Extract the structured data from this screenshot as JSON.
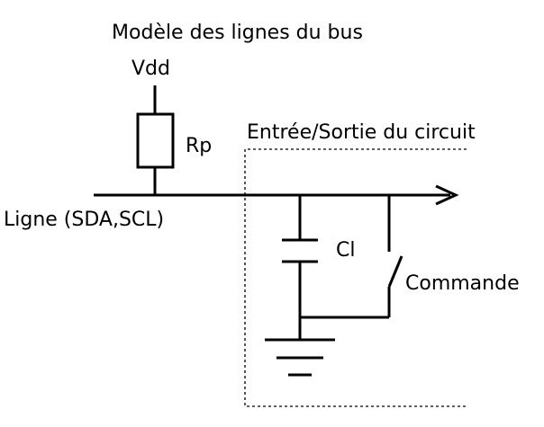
{
  "diagram": {
    "title": "Modèle des lignes du bus",
    "supply_label": "Vdd",
    "resistor_label": "Rp",
    "circuit_zone_label": "Entrée/Sortie du circuit",
    "bus_line_label": "Ligne (SDA,SCL)",
    "capacitor_label": "Cl",
    "switch_label": "Commande"
  },
  "colors": {
    "stroke": "#000000",
    "background": "#ffffff"
  }
}
